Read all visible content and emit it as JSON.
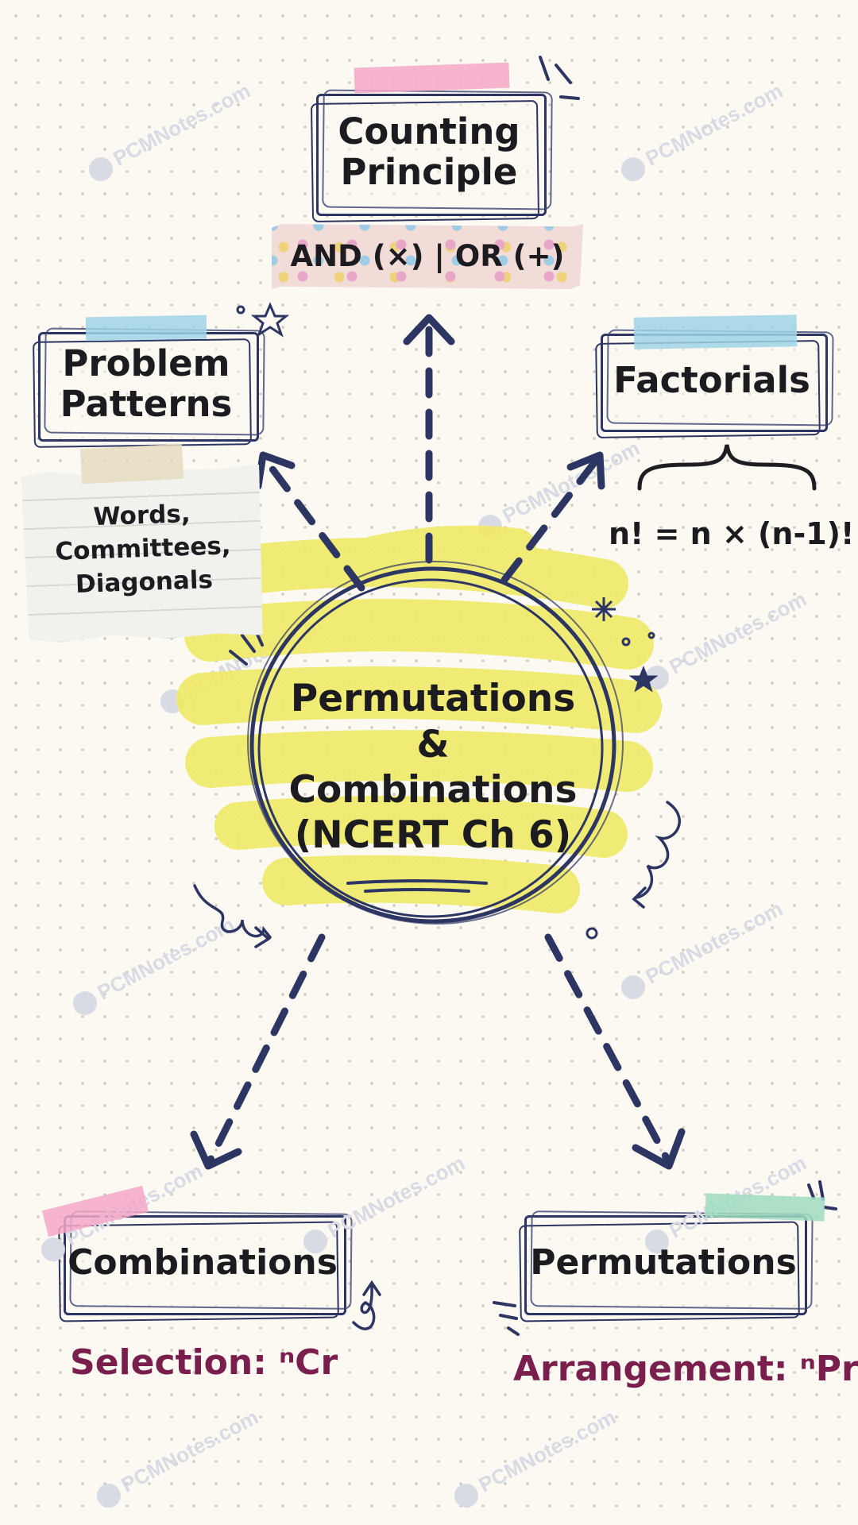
{
  "watermark": "PCMNotes.com",
  "center": {
    "lines": [
      "Permutations",
      "&",
      "Combinations",
      "(NCERT Ch 6)"
    ]
  },
  "nodes": {
    "counting_principle": {
      "lines": [
        "Counting",
        "Principle"
      ],
      "note": "AND (×) | OR (+)"
    },
    "problem_patterns": {
      "lines": [
        "Problem",
        "Patterns"
      ],
      "note_lines": [
        "Words,",
        "Committees,",
        "Diagonals"
      ]
    },
    "factorials": {
      "title": "Factorials",
      "formula": "n! = n × (n-1)!"
    },
    "combinations": {
      "title": "Combinations",
      "formula": "Selection: ⁿCr"
    },
    "permutations": {
      "title": "Permutations",
      "formula": "Arrangement: ⁿPr"
    }
  },
  "colors": {
    "ink": "#2d3563",
    "highlight_yellow": "#f0ea6a",
    "tape_pink": "#f4a8c9",
    "tape_blue": "#9fd3e6",
    "tape_green": "#9fdcc0",
    "maroon_text": "#7a1f4d"
  }
}
